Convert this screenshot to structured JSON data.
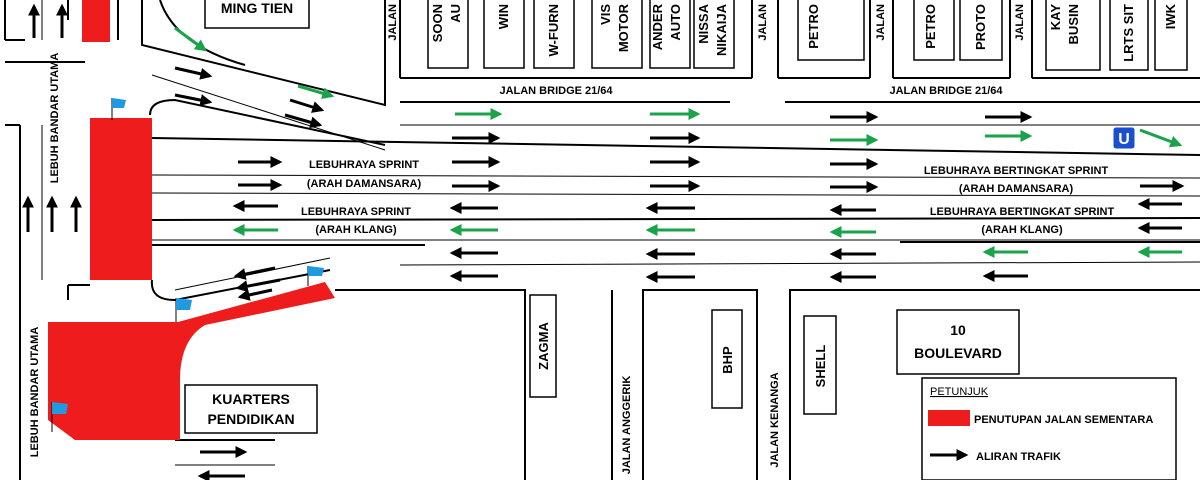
{
  "roads": {
    "jalan_bridge_left": "JALAN BRIDGE 21/64",
    "jalan_bridge_right": "JALAN BRIDGE 21/64",
    "sprint_damansara_left_1": "LEBUHRAYA SPRINT",
    "sprint_damansara_left_2": "(ARAH DAMANSARA)",
    "sprint_klang_left_1": "LEBUHRAYA SPRINT",
    "sprint_klang_left_2": "(ARAH KLANG)",
    "bertingkat_damansara_1": "LEBUHRAYA BERTINGKAT  SPRINT",
    "bertingkat_damansara_2": "(ARAH DAMANSARA)",
    "bertingkat_klang_1": "LEBUHRAYA BERTINGKAT  SPRINT",
    "bertingkat_klang_2": "(ARAH KLANG)",
    "lebuh_bandar_utama_top": "LEBUH BANDAR UTAMA",
    "lebuh_bandar_utama_bottom": "LEBUH BANDAR UTAMA",
    "jalan_anggerik": "JALAN ANGGERIK",
    "jalan_kenanga": "JALAN KENANGA",
    "jalan_top_1": "JALAN",
    "jalan_top_2": "JALAN",
    "jalan_top_3": "JALAN",
    "jalan_top_4": "JALAN"
  },
  "buildings": {
    "ming_tien": "MING TIEN",
    "soon_au_1": "SOON",
    "soon_au_2": "AU",
    "win": "WIN",
    "w_furn": "W-FURN",
    "vis_motor_1": "VIS",
    "vis_motor_2": "MOTOR",
    "ander_auto_1": "ANDER",
    "ander_auto_2": "AUTO",
    "nissa_nikaija_1": "NISSA",
    "nissa_nikaija_2": "NIKAIJA",
    "petro_1": "PETRO",
    "petro_2": "PETRO",
    "proto": "PROTO",
    "kay_busin_1": "KAY",
    "kay_busin_2": "BUSIN",
    "lrts_sit": "LRTS SIT",
    "iwk": "IWK",
    "zagma": "ZAGMA",
    "bhp": "BHP",
    "shell": "SHELL",
    "boulevard_1": "10",
    "boulevard_2": "BOULEVARD",
    "kuarters_1": "KUARTERS",
    "kuarters_2": "PENDIDIKAN"
  },
  "u_turn_sign": "U",
  "legend": {
    "title": "PETUNJUK",
    "closure_label": "PENUTUPAN JALAN SEMENTARA",
    "traffic_label": "ALIRAN TRAFIK"
  },
  "colors": {
    "closure_red": "#ee1c1c",
    "arrow_green": "#1aa34a",
    "arrow_black": "#000000",
    "flag_blue": "#1e9be0",
    "uturn_blue": "#1a4fd0"
  }
}
